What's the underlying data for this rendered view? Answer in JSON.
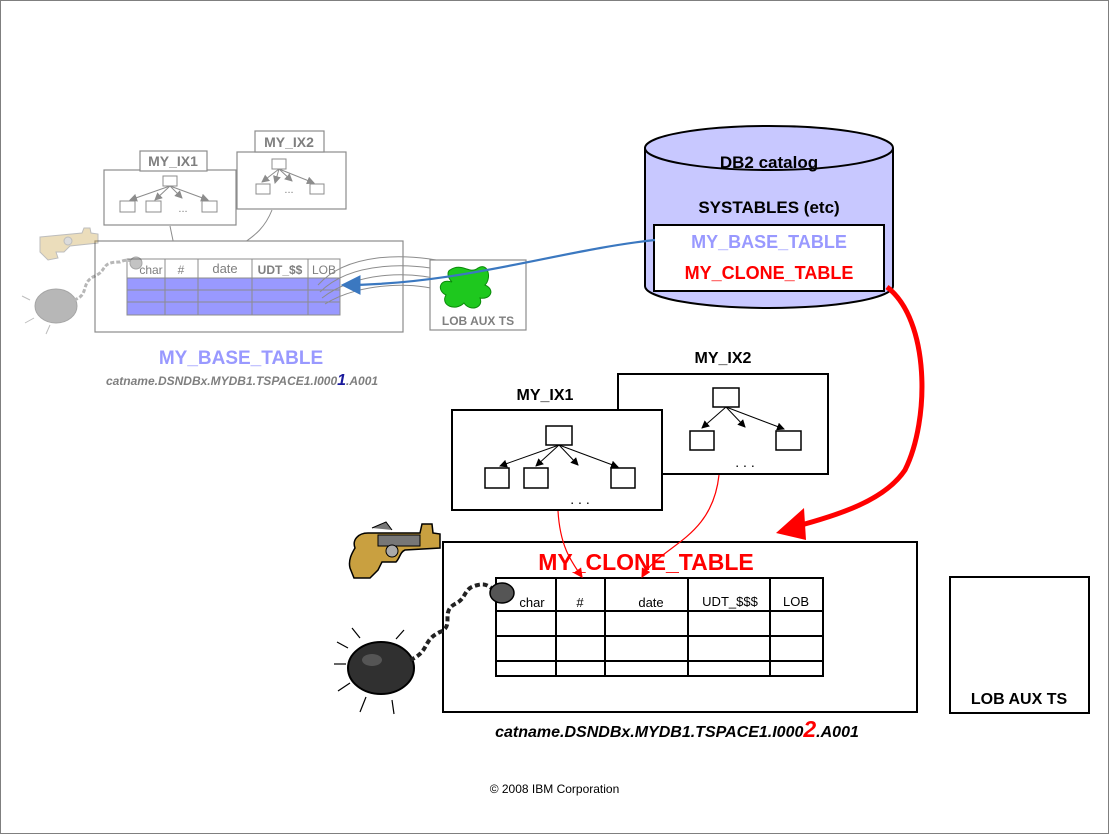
{
  "colors": {
    "faded": "#8c8c8c",
    "faded_text": "#7f7f7f",
    "base_table_blue": "#9999ff",
    "clone_red": "#ff0000",
    "catalog_fill": "#c8c8ff",
    "row_fill": "#9999ff",
    "link_blue": "#3b78c0",
    "splash_green": "#1ec81e"
  },
  "catalog": {
    "title": "DB2 catalog",
    "subtitle": "SYSTABLES (etc)",
    "base_entry": "MY_BASE_TABLE",
    "clone_entry": "MY_CLONE_TABLE"
  },
  "base": {
    "ix1_label": "MY_IX1",
    "ix2_label": "MY_IX2",
    "dots": "...",
    "columns": [
      "char",
      "#",
      "date",
      "UDT_$$",
      "LOB"
    ],
    "table_name": "MY_BASE_TABLE",
    "dataset_prefix": "catname.DSNDBx.MYDB1.TSPACE1.I000",
    "dataset_instance": "1",
    "dataset_suffix": ".A001",
    "lob_label": "LOB AUX TS"
  },
  "clone": {
    "ix1_label": "MY_IX1",
    "ix2_label": "MY_IX2",
    "dots": ". . .",
    "columns": [
      "char",
      "#",
      "date",
      "UDT_$$$",
      "LOB"
    ],
    "table_name": "MY_CLONE_TABLE",
    "dataset_prefix": "catname.DSNDBx.MYDB1.TSPACE1.I000",
    "dataset_instance": "2",
    "dataset_suffix": ".A001",
    "lob_label": "LOB AUX TS"
  },
  "footer": {
    "copyright": "© 2008 IBM Corporation"
  },
  "icons": [
    "revolver-icon",
    "ball-and-chain-icon"
  ]
}
